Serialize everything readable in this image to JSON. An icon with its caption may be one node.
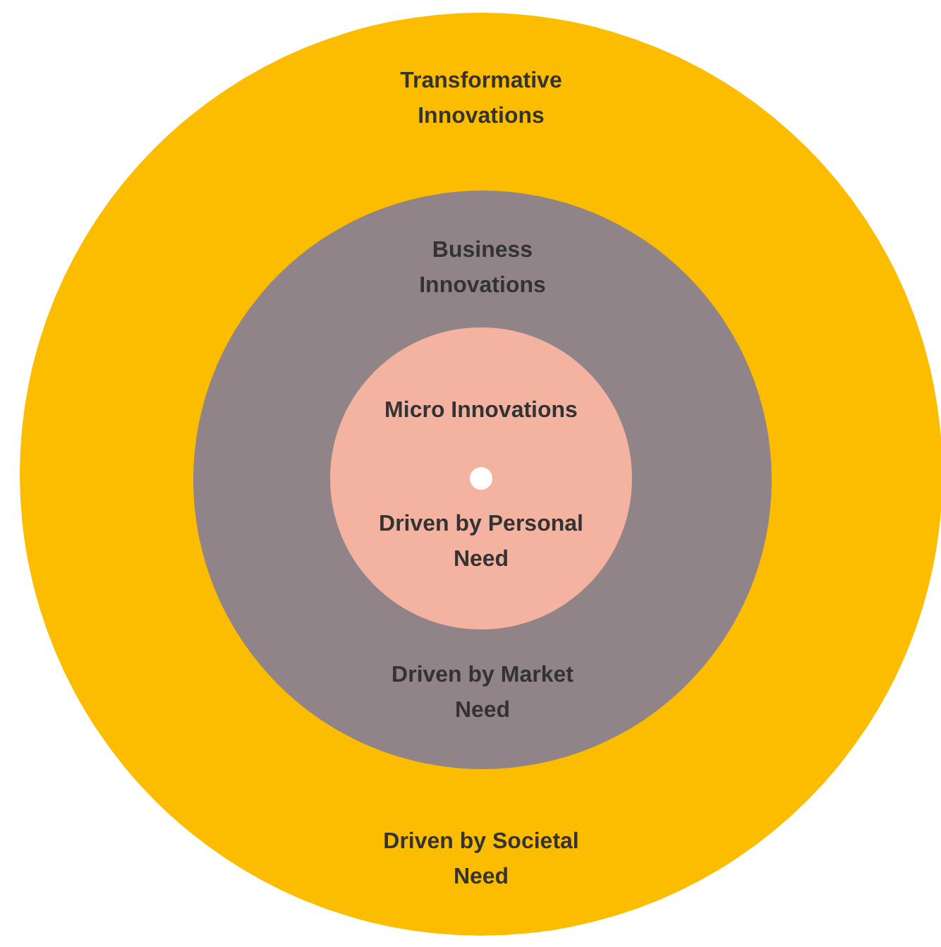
{
  "diagram": {
    "nodes": [
      {
        "text": [
          "Transformative Innovations",
          "Driven by Societal Need"
        ]
      },
      {
        "text": [
          "Business Innovations",
          "Driven by Market Need"
        ],
        "in": 0
      },
      {
        "text": [
          "Micro Innovations",
          "Driven by Personal Need"
        ],
        "in": 1
      }
    ]
  }
}
